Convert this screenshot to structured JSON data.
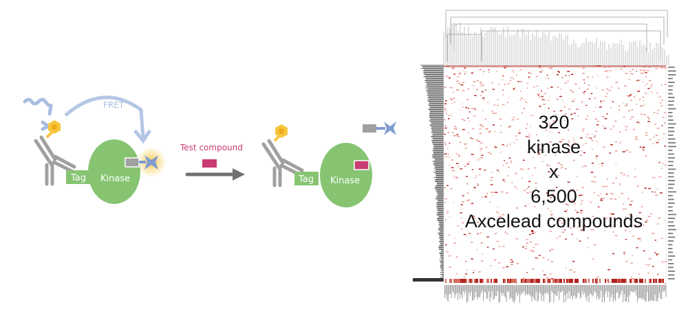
{
  "diagram": {
    "fret_label": "FRET",
    "tag_label": "Tag",
    "kinase_label": "Kinase",
    "test_compound_label": "Test compound",
    "tag_label_after": "Tag",
    "kinase_label_after": "Kinase"
  },
  "heatmap": {
    "overlay": [
      "320",
      "kinase",
      "x",
      "6,500",
      "Axcelead compounds"
    ]
  },
  "colors": {
    "kinase": "#86c472",
    "antibody": "#a0a0a0",
    "fluor": "#f6c63f",
    "fret": "#a8bde0",
    "compound": "#c93c74",
    "arrow": "#707070",
    "heat": "#b3231f"
  }
}
